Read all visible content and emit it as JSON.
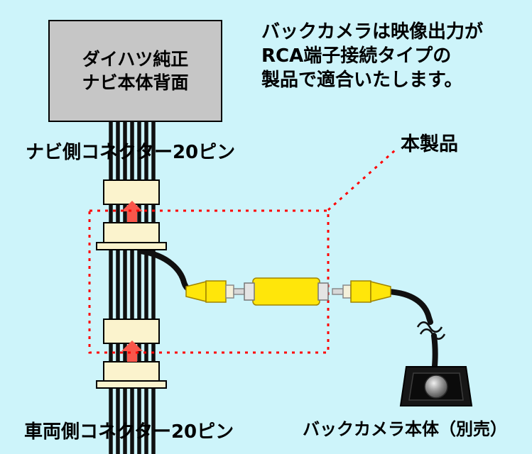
{
  "colors": {
    "background": "#cdf4fa",
    "nav_unit_fill": "#c6c6c6",
    "connector_fill": "#fbf3cd",
    "cable": "#101010",
    "arrow": "#f9564a",
    "product_outline": "#ff0000",
    "rca_yellow": "#ffe60a",
    "camera_body": "#161616"
  },
  "nav_unit": {
    "line1": "ダイハツ純正",
    "line2": "ナビ本体背面"
  },
  "note": {
    "line1": "バックカメラは映像出力が",
    "line2": "RCA端子接続タイプの",
    "line3": "製品で適合いたします。"
  },
  "labels": {
    "navi_connector": "ナビ側コネクター20ピン",
    "product": "本製品",
    "vehicle_connector": "車両側コネクター20ピン",
    "camera": "バックカメラ本体（別売）"
  }
}
